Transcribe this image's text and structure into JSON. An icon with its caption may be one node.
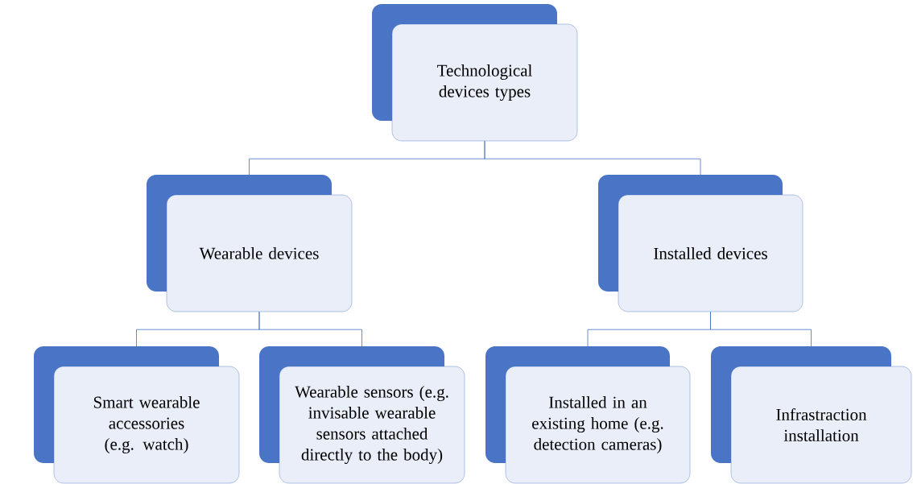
{
  "diagram": {
    "nodes": [
      {
        "text": [
          "Technological devices types"
        ]
      },
      {
        "text": [
          "Wearable devices"
        ]
      },
      {
        "text": [
          "Installed devices"
        ]
      },
      {
        "text": [
          "Smart wearable accessories (e.g. watch)"
        ]
      },
      {
        "text": [
          "Wearable sensors (e.g. invisable wearable sensors attached directly to the body)"
        ]
      },
      {
        "text": [
          "Installed in an existing home (e.g. detection cameras)"
        ]
      },
      {
        "text": [
          "Infrastraction installation"
        ]
      }
    ],
    "edges": [
      {
        "from": 0,
        "to": 1,
        "arrow": "none"
      },
      {
        "from": 0,
        "to": 2,
        "arrow": "none"
      },
      {
        "from": 1,
        "to": 3,
        "arrow": "none"
      },
      {
        "from": 1,
        "to": 4,
        "arrow": "none"
      },
      {
        "from": 2,
        "to": 5,
        "arrow": "none"
      },
      {
        "from": 2,
        "to": 6,
        "arrow": "none"
      }
    ]
  }
}
